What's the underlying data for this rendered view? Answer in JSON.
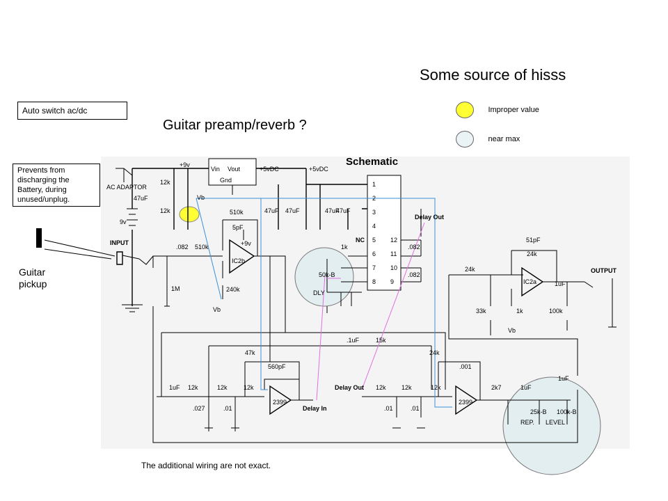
{
  "title": "Guitar preamp/reverb ?",
  "hiss_title": "Some source of hisss",
  "legend": [
    {
      "label": "Improper value",
      "color": "#ffff33"
    },
    {
      "label": "near max",
      "color": "#eaf3f5"
    }
  ],
  "callouts": {
    "auto_switch": "Auto switch ac/dc",
    "prevents": "Prevents from discharging the Battery, during unused/unplug."
  },
  "pickup_label": "Guitar pickup",
  "footnote": "The additional wiring are not exact.",
  "schematic": {
    "heading": "Schematic",
    "supply": [
      "+9v",
      "Vin",
      "Vout",
      "Gnd",
      "+5vDC",
      "+5vDC",
      "9v",
      "AC ADAPTOR",
      "INPUT",
      "Vb",
      "Vb",
      "Vb",
      "+9v"
    ],
    "components": [
      "47uF",
      "12k",
      "12k",
      "47uF",
      "47uF",
      "47uF",
      "47uF",
      ".082",
      "510k",
      "1M",
      "510k",
      "5pF",
      "240k",
      "1k",
      "50k-B",
      "DLY",
      ".082",
      ".082",
      "51pF",
      "24k",
      "24k",
      "33k",
      "1k",
      "1uF",
      "100k",
      ".1uF",
      "15k",
      "47k",
      "560pF",
      "24k",
      ".001",
      "1uF",
      "12k",
      "12k",
      "12k",
      ".027",
      ".01",
      "12k",
      "12k",
      "12k",
      ".01",
      ".01",
      "2k7",
      "1uF",
      "1uF",
      "25k-B",
      "100k-B",
      "REP.",
      "LEVEL"
    ],
    "ic_labels": [
      "IC2b",
      "IC2a",
      "2399",
      "2399"
    ],
    "pins_left": [
      "1",
      "2",
      "3",
      "4",
      "5",
      "6",
      "7",
      "8"
    ],
    "pins_right": [
      "12",
      "11",
      "10",
      "9"
    ],
    "pin_tags": [
      "NC",
      "Delay Out",
      "Delay In",
      "Delay Out",
      "OUTPUT"
    ]
  }
}
